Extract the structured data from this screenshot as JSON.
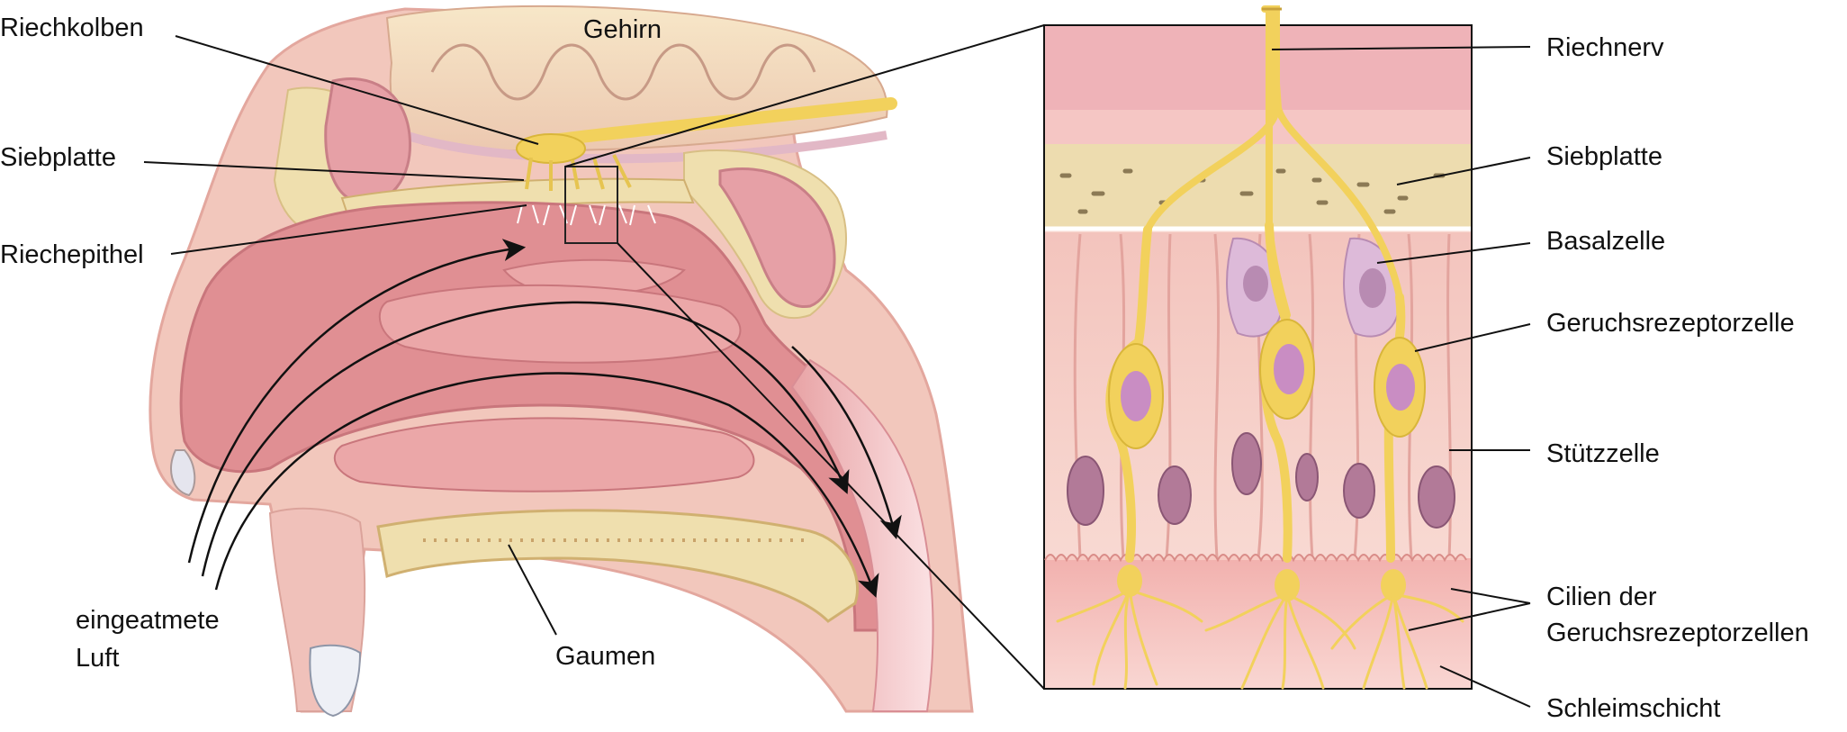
{
  "colors": {
    "tissue_pink": "#e9a6a6",
    "cavity_pink": "#e08f93",
    "bone_tan": "#efdfae",
    "brain_tan": "#f1dcb8",
    "nerve_yellow": "#f2d15c",
    "cell_pink": "#f6c9c2",
    "nucleus_purple": "#b88bb2",
    "line_color": "#1a1a1a"
  },
  "labels": {
    "riechkolben": "Riechkolben",
    "gehirn": "Gehirn",
    "siebplatte_left": "Siebplatte",
    "riechepithel": "Riechepithel",
    "eingeatmete": "eingeatmete",
    "luft": "Luft",
    "gaumen": "Gaumen",
    "riechnerv": "Riechnerv",
    "siebplatte_right": "Siebplatte",
    "basalzelle": "Basalzelle",
    "geruchsrezeptorzelle": "Geruchsrezeptorzelle",
    "stuetzzelle": "Stützzelle",
    "cilien_line1": "Cilien der",
    "cilien_line2": "Geruchsrezeptorzellen",
    "schleimschicht": "Schleimschicht"
  }
}
